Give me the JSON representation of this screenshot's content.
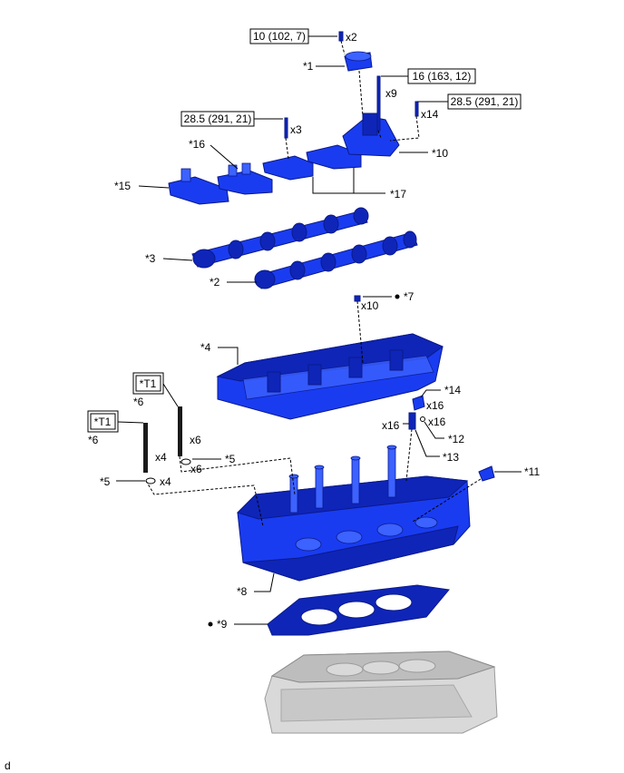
{
  "torque_specs": {
    "t1": "10 (102, 7)",
    "t2": "16 (163, 12)",
    "t3": "28.5 (291, 21)",
    "t4": "28.5 (291, 21)"
  },
  "quantities": {
    "x2": "x2",
    "x9": "x9",
    "x14": "x14",
    "x3": "x3",
    "x10": "x10",
    "x16a": "x16",
    "x16b": "x16",
    "x16c": "x16",
    "x6a": "x6",
    "x6b": "x6",
    "x4a": "x4",
    "x4b": "x4"
  },
  "callouts": {
    "c1": "*1",
    "c10": "*10",
    "c16": "*16",
    "c15": "*15",
    "c17": "*17",
    "c3": "*3",
    "c2": "*2",
    "c7": "*7",
    "c4": "*4",
    "c14": "*14",
    "c6a": "*6",
    "c6b": "*6",
    "c12": "*12",
    "c13": "*13",
    "c5a": "*5",
    "c5b": "*5",
    "c11": "*11",
    "c8": "*8",
    "c9": "*9"
  },
  "tool_tags": {
    "t1a": "*T1",
    "t1b": "*T1"
  },
  "figure_code": "d",
  "colors": {
    "part": "#1a3cf0",
    "block": "#d9d9d9"
  }
}
